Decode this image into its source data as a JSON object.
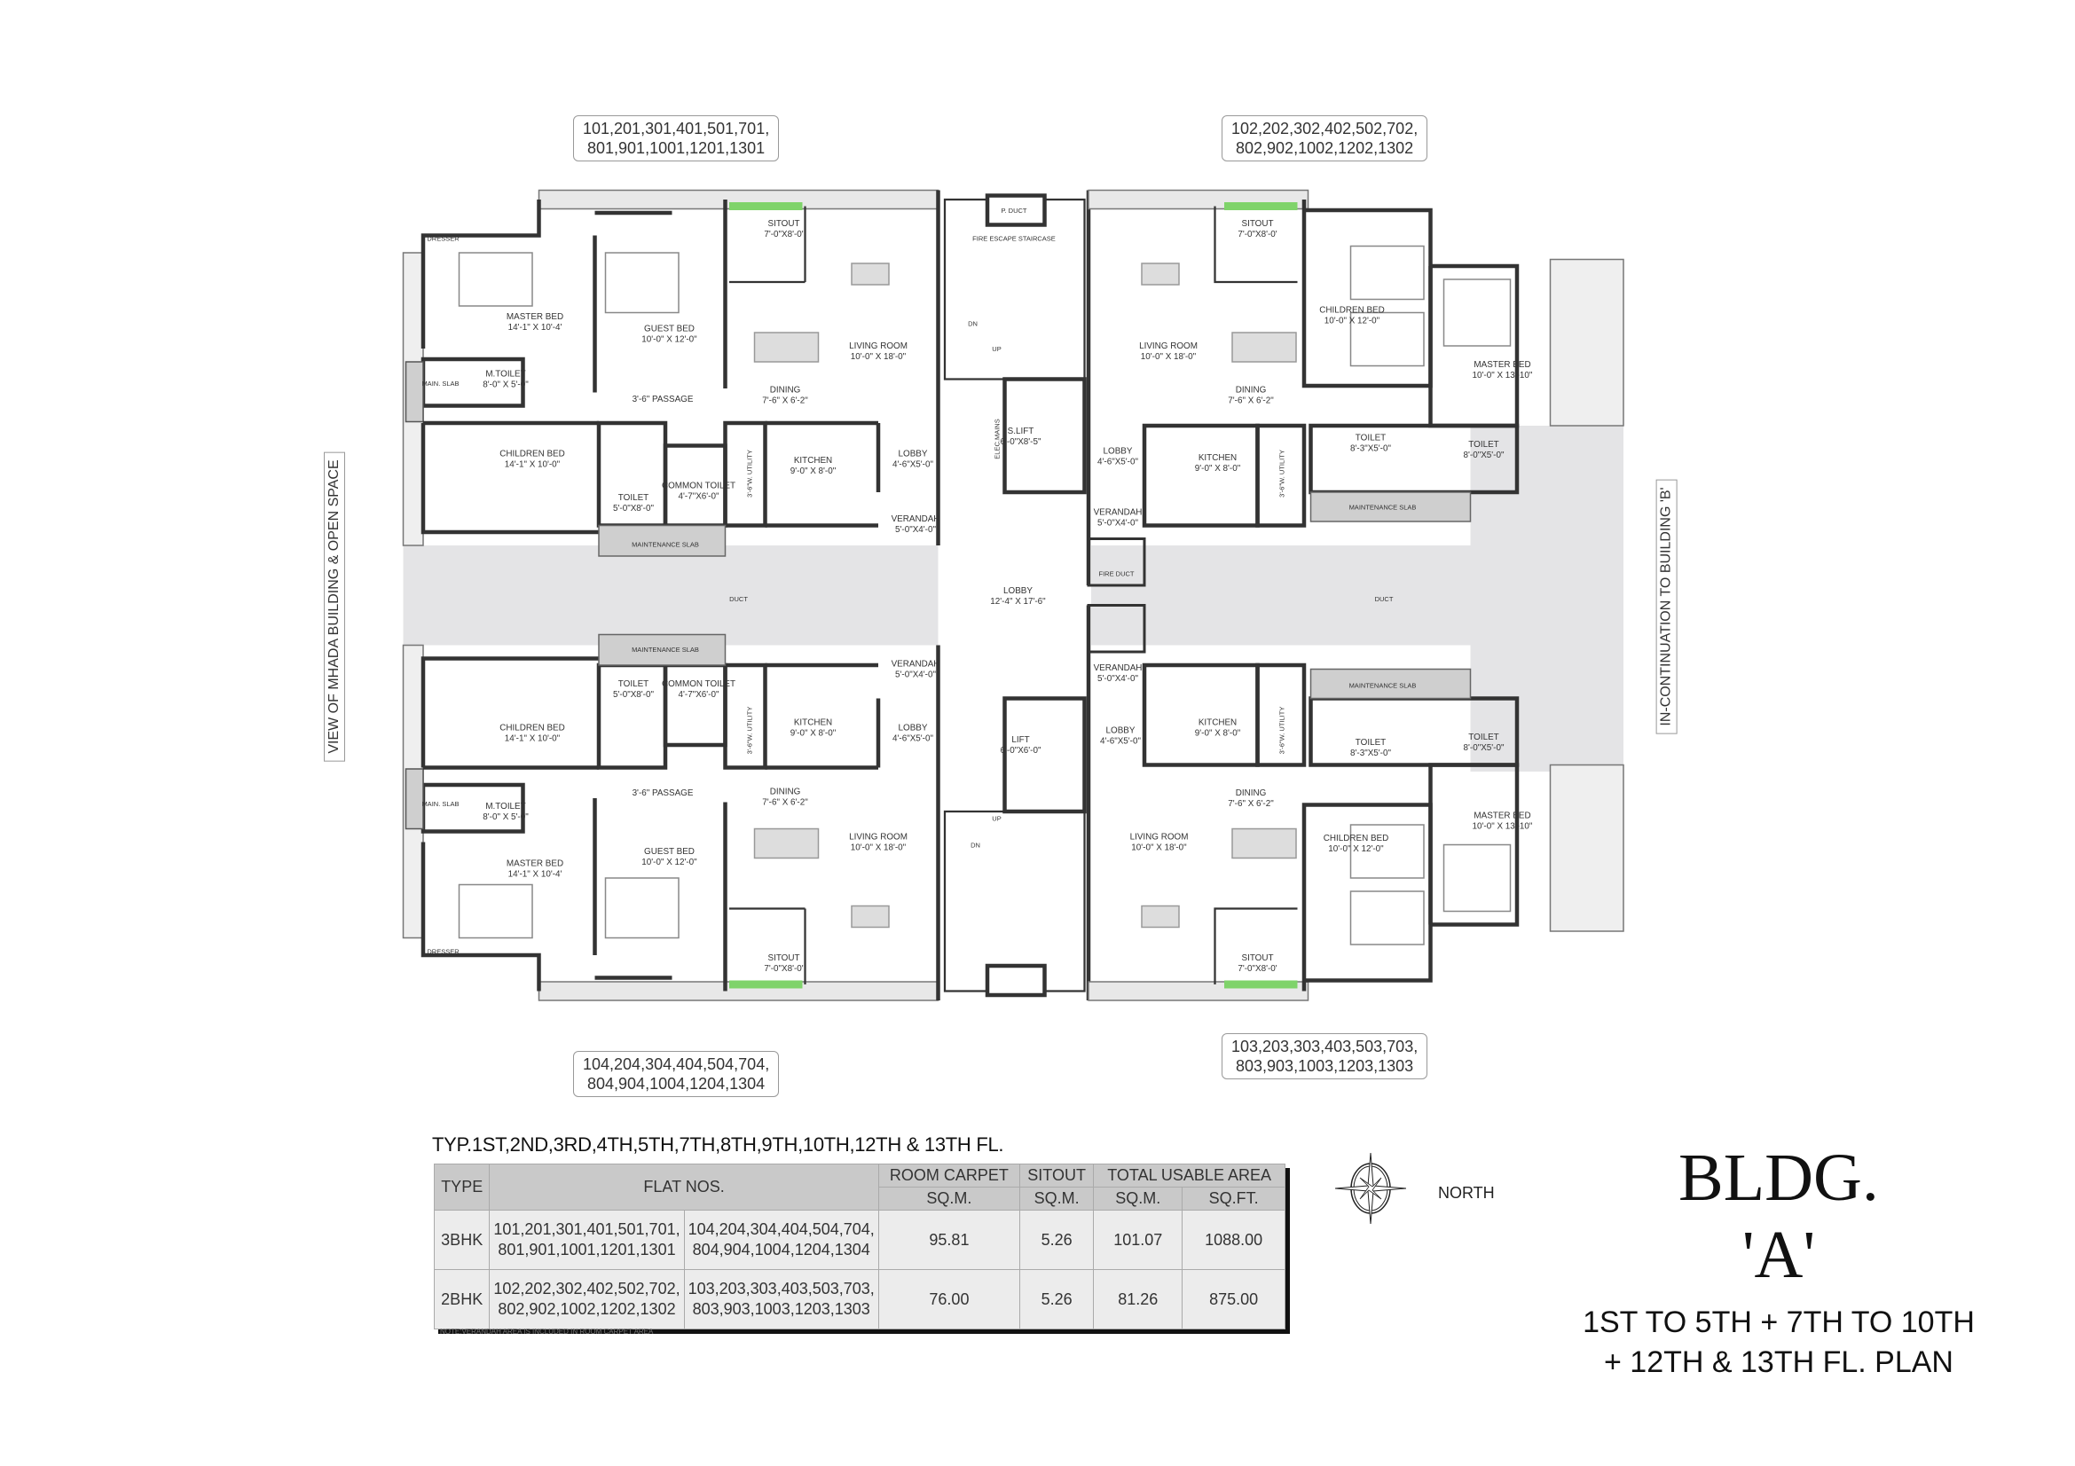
{
  "callouts": {
    "top_left": [
      "101,201,301,401,501,701,",
      "801,901,1001,1201,1301"
    ],
    "top_right": [
      "102,202,302,402,502,702,",
      "802,902,1002,1202,1302"
    ],
    "bottom_left": [
      "104,204,304,404,504,704,",
      "804,904,1004,1204,1304"
    ],
    "bottom_right": [
      "103,203,303,403,503,703,",
      "803,903,1003,1203,1303"
    ]
  },
  "side_labels": {
    "left": "VIEW OF MHADA BUILDING & OPEN SPACE",
    "right": "IN-CONTINUATION TO BUILDING 'B'"
  },
  "units": {
    "ul": {
      "master_bed": {
        "name": "MASTER BED",
        "size": "14'-1\" X 10'-4'"
      },
      "guest_bed": {
        "name": "GUEST BED",
        "size": "10'-0\" X 12'-0\""
      },
      "sitout": {
        "name": "SITOUT",
        "size": "7'-0\"X8'-0'"
      },
      "living_room": {
        "name": "LIVING ROOM",
        "size": "10'-0\" X 18'-0\""
      },
      "dining": {
        "name": "DINING",
        "size": "7'-6\" X 6'-2\""
      },
      "m_toilet": {
        "name": "M.TOILET",
        "size": "8'-0\" X 5'-0\""
      },
      "passage": {
        "name": "3'-6\" PASSAGE",
        "size": ""
      },
      "children_bed": {
        "name": "CHILDREN BED",
        "size": "14'-1\" X 10'-0\""
      },
      "toilet": {
        "name": "TOILET",
        "size": "5'-0\"X8'-0\""
      },
      "common_toilet": {
        "name": "COMMON TOILET",
        "size": "4'-7\"X6'-0\""
      },
      "kitchen": {
        "name": "KITCHEN",
        "size": "9'-0\" X 8'-0\""
      },
      "lobby": {
        "name": "LOBBY",
        "size": "4'-6\"X5'-0\""
      },
      "verandah": {
        "name": "VERANDAH",
        "size": "5'-0\"X4'-0\""
      },
      "utility": {
        "name": "3'-6\"W. UTILITY",
        "size": ""
      },
      "maintenance_slab": {
        "name": "MAINTENANCE SLAB",
        "size": ""
      },
      "main_slab": {
        "name": "MAIN. SLAB",
        "size": ""
      },
      "dresser": {
        "name": "DRESSER",
        "size": ""
      }
    },
    "ll": {
      "master_bed": {
        "name": "MASTER BED",
        "size": "14'-1\" X 10'-4'"
      },
      "guest_bed": {
        "name": "GUEST BED",
        "size": "10'-0\" X 12'-0\""
      },
      "sitout": {
        "name": "SITOUT",
        "size": "7'-0\"X8'-0'"
      },
      "living_room": {
        "name": "LIVING ROOM",
        "size": "10'-0\" X 18'-0\""
      },
      "dining": {
        "name": "DINING",
        "size": "7'-6\" X 6'-2\""
      },
      "m_toilet": {
        "name": "M.TOILET",
        "size": "8'-0\" X 5'-0\""
      },
      "passage": {
        "name": "3'-6\" PASSAGE",
        "size": ""
      },
      "children_bed": {
        "name": "CHILDREN BED",
        "size": "14'-1\" X 10'-0\""
      },
      "toilet": {
        "name": "TOILET",
        "size": "5'-0\"X8'-0\""
      },
      "common_toilet": {
        "name": "COMMON TOILET",
        "size": "4'-7\"X6'-0\""
      },
      "kitchen": {
        "name": "KITCHEN",
        "size": "9'-0\" X 8'-0\""
      },
      "lobby": {
        "name": "LOBBY",
        "size": "4'-6\"X5'-0\""
      },
      "verandah": {
        "name": "VERANDAH",
        "size": "5'-0\"X4'-0\""
      },
      "utility": {
        "name": "3'-6\"W. UTILITY",
        "size": ""
      },
      "maintenance_slab": {
        "name": "MAINTENANCE SLAB",
        "size": ""
      },
      "main_slab": {
        "name": "MAIN. SLAB",
        "size": ""
      },
      "dresser": {
        "name": "DRESSER",
        "size": ""
      }
    },
    "ur": {
      "sitout": {
        "name": "SITOUT",
        "size": "7'-0\"X8'-0'"
      },
      "living_room": {
        "name": "LIVING ROOM",
        "size": "10'-0\" X 18'-0\""
      },
      "dining": {
        "name": "DINING",
        "size": "7'-6\" X 6'-2\""
      },
      "children_bed": {
        "name": "CHILDREN BED",
        "size": "10'-0\" X 12'-0\""
      },
      "master_bed": {
        "name": "MASTER BED",
        "size": "10'-0\" X 13'-10\""
      },
      "lobby": {
        "name": "LOBBY",
        "size": "4'-6\"X5'-0\""
      },
      "kitchen": {
        "name": "KITCHEN",
        "size": "9'-0\" X 8'-0\""
      },
      "utility": {
        "name": "3'-6\"W. UTILITY",
        "size": ""
      },
      "toilet1": {
        "name": "TOILET",
        "size": "8'-3\"X5'-0\""
      },
      "toilet2": {
        "name": "TOILET",
        "size": "8'-0\"X5'-0\""
      },
      "maintenance_slab": {
        "name": "MAINTENANCE SLAB",
        "size": ""
      },
      "verandah": {
        "name": "VERANDAH",
        "size": "5'-0\"X4'-0\""
      }
    },
    "lr": {
      "sitout": {
        "name": "SITOUT",
        "size": "7'-0\"X8'-0'"
      },
      "living_room": {
        "name": "LIVING ROOM",
        "size": "10'-0\" X 18'-0\""
      },
      "dining": {
        "name": "DINING",
        "size": "7'-6\" X 6'-2\""
      },
      "children_bed": {
        "name": "CHILDREN BED",
        "size": "10'-0\" X 12'-0\""
      },
      "master_bed": {
        "name": "MASTER BED",
        "size": "10'-0\" X 13'-10\""
      },
      "lobby": {
        "name": "LOBBY",
        "size": "4'-6\"X5'-0\""
      },
      "kitchen": {
        "name": "KITCHEN",
        "size": "9'-0\" X 8'-0\""
      },
      "utility": {
        "name": "3'-6\"W. UTILITY",
        "size": ""
      },
      "toilet1": {
        "name": "TOILET",
        "size": "8'-3\"X5'-0\""
      },
      "toilet2": {
        "name": "TOILET",
        "size": "8'-0\"X5'-0\""
      },
      "maintenance_slab": {
        "name": "MAINTENANCE SLAB",
        "size": ""
      },
      "verandah": {
        "name": "VERANDAH",
        "size": "5'-0\"X4'-0\""
      }
    }
  },
  "core": {
    "p_duct": "P. DUCT",
    "fire_escape": "FIRE ESCAPE STAIRCASE",
    "dn": "DN",
    "up": "UP",
    "elec_mains": "ELEC.MAINS",
    "s_lift": {
      "name": "S.LIFT",
      "size": "6'-0\"X8'-5\""
    },
    "fire_duct": "FIRE DUCT",
    "lobby": {
      "name": "LOBBY",
      "size": "12'-4\" X 17'-6\""
    },
    "lift": {
      "name": "LIFT",
      "size": "6'-0\"X6'-0\""
    },
    "duct": "DUCT"
  },
  "table": {
    "caption": "TYP.1ST,2ND,3RD,4TH,5TH,7TH,8TH,9TH,10TH,12TH & 13TH FL.",
    "headers": {
      "type": "TYPE",
      "flat_nos": "FLAT NOS.",
      "room_carpet": "ROOM CARPET",
      "sitout": "SITOUT",
      "total_usable": "TOTAL USABLE AREA",
      "sqm": "SQ.M.",
      "sqft": "SQ.FT."
    },
    "rows": [
      {
        "type": "3BHK",
        "flats_a": "101,201,301,401,501,701, 801,901,1001,1201,1301",
        "flats_b": "104,204,304,404,504,704, 804,904,1004,1204,1304",
        "room_carpet_sqm": "95.81",
        "sitout_sqm": "5.26",
        "total_sqm": "101.07",
        "total_sqft": "1088.00"
      },
      {
        "type": "2BHK",
        "flats_a": "102,202,302,402,502,702, 802,902,1002,1202,1302",
        "flats_b": "103,203,303,403,503,703, 803,903,1003,1203,1303",
        "room_carpet_sqm": "76.00",
        "sitout_sqm": "5.26",
        "total_sqm": "81.26",
        "total_sqft": "875.00"
      }
    ],
    "note": "NOTE:VERANDAH AREA IS INCLUDED IN ROOM CARPET AREA"
  },
  "compass": {
    "label": "NORTH"
  },
  "title": {
    "line1": "BLDG.",
    "line2": "'A'",
    "line3": "1ST TO 5TH + 7TH TO 10TH",
    "line4": "+ 12TH & 13TH FL. PLAN"
  },
  "colors": {
    "wall": "#333333",
    "slab": "#cfcfcf",
    "duct": "#e4e4e6",
    "planter": "#7fd36a"
  }
}
